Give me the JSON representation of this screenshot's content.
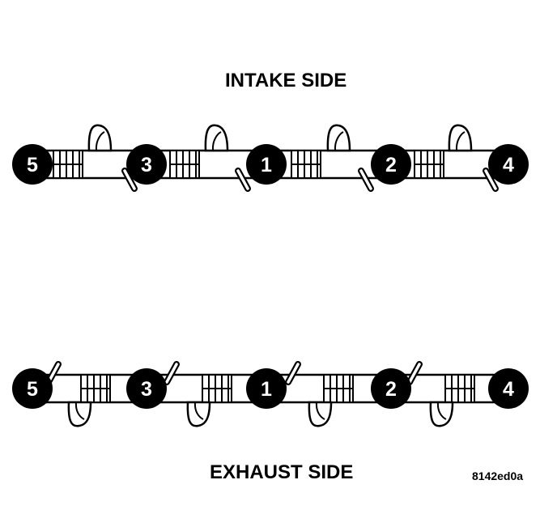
{
  "labels": {
    "intake": "INTAKE SIDE",
    "exhaust": "EXHAUST SIDE",
    "figure_code": "8142ed0a"
  },
  "shafts": [
    {
      "name": "intake",
      "bolt_order": [
        "5",
        "3",
        "1",
        "2",
        "4"
      ]
    },
    {
      "name": "exhaust",
      "bolt_order": [
        "5",
        "3",
        "1",
        "2",
        "4"
      ]
    }
  ],
  "colors": {
    "ink": "#000000",
    "paper": "#ffffff"
  }
}
